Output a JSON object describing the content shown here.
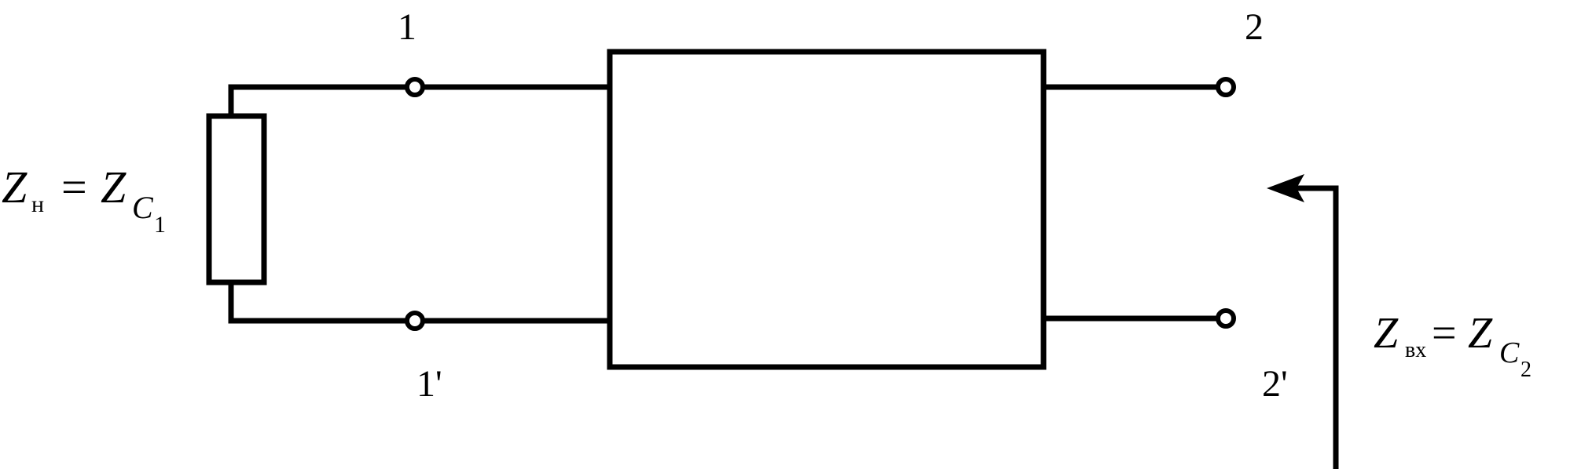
{
  "terminals": {
    "t1": "1",
    "t1p": "1'",
    "t2": "2",
    "t2p": "2'"
  },
  "load_label": {
    "Z": "Z",
    "sub_n": "н",
    "eq": "=",
    "Z2": "Z",
    "C": "C",
    "sub_1": "1"
  },
  "input_label": {
    "Z": "Z",
    "sub_vx": "вх",
    "eq": "=",
    "Z2": "Z",
    "C": "C",
    "sub_2": "2"
  },
  "colors": {
    "line": "#000000",
    "background": "#ffffff"
  }
}
